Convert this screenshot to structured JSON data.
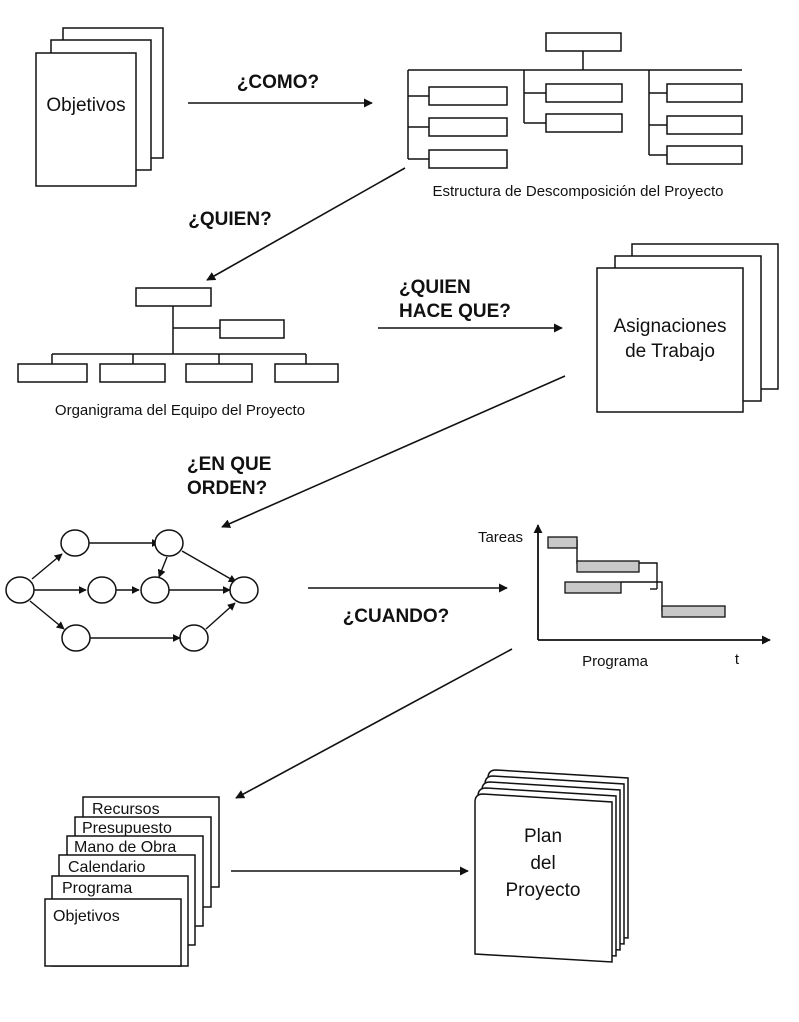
{
  "objetivos_label": "Objetivos",
  "como_label": "¿COMO?",
  "edp_caption": "Estructura de Descomposición del Proyecto",
  "quien_label": "¿QUIEN?",
  "quien_hace_que_line1": "¿QUIEN",
  "quien_hace_que_line2": "HACE QUE?",
  "asignaciones_line1": "Asignaciones",
  "asignaciones_line2": "de Trabajo",
  "organigrama_caption": "Organigrama del Equipo del Proyecto",
  "en_que_orden_line1": "¿EN QUE",
  "en_que_orden_line2": "ORDEN?",
  "cuando_label": "¿CUANDO?",
  "gantt_y_label": "Tareas",
  "gantt_x_caption": "Programa",
  "gantt_t_label": "t",
  "plan_stack": [
    "Recursos",
    "Presupuesto",
    "Mano de Obra",
    "Calendario",
    "Programa",
    "Objetivos"
  ],
  "plan_line1": "Plan",
  "plan_line2": "del",
  "plan_line3": "Proyecto",
  "colors": {
    "ink": "#111111",
    "paper": "#ffffff",
    "gantt_bar": "#c8c8c8"
  }
}
